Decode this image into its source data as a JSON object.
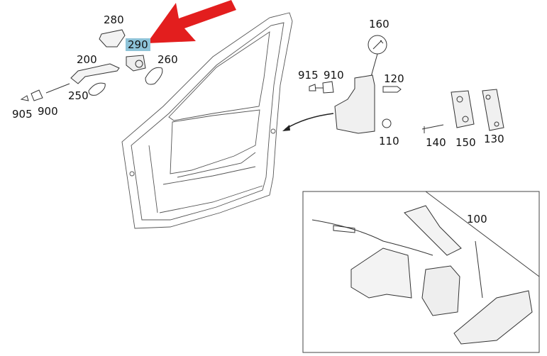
{
  "title": "Front door lock parts diagram",
  "highlight_color": "#8ec3d8",
  "arrow_color": "#e31e1e",
  "labels": {
    "p280": "280",
    "p290": "290",
    "p260": "260",
    "p200": "200",
    "p250": "250",
    "p905": "905",
    "p900": "900",
    "p160": "160",
    "p915": "915",
    "p910": "910",
    "p120": "120",
    "p110": "110",
    "p140": "140",
    "p150": "150",
    "p130": "130",
    "p100": "100"
  },
  "highlighted_part": "290"
}
